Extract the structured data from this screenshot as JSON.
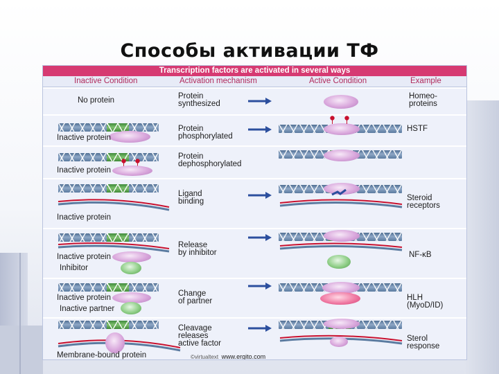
{
  "slide_title": "Способы активации ТФ",
  "figure": {
    "header": "Transcription factors are activated in several ways",
    "columns": {
      "inactive": "Inactive Condition",
      "mechanism": "Activation mechanism",
      "active": "Active Condition",
      "example": "Example"
    },
    "rows": [
      {
        "inactive": [
          "No protein"
        ],
        "mechanism": [
          "Protein",
          "synthesized"
        ],
        "example": [
          "Homeo-",
          "proteins"
        ]
      },
      {
        "inactive": [
          "Inactive protein"
        ],
        "mechanism": [
          "Protein",
          "phosphorylated"
        ],
        "example": [
          "HSTF"
        ]
      },
      {
        "inactive": [
          "Inactive protein"
        ],
        "mechanism": [
          "Protein",
          "dephosphorylated"
        ],
        "example": []
      },
      {
        "inactive": [
          "Inactive protein"
        ],
        "mechanism": [
          "Ligand",
          "binding"
        ],
        "example": [
          "Steroid",
          "receptors"
        ]
      },
      {
        "inactive": [
          "Inactive protein",
          "Inhibitor"
        ],
        "mechanism": [
          "Release",
          "by inhibitor"
        ],
        "example": [
          "NF-κB"
        ]
      },
      {
        "inactive": [
          "Inactive protein",
          "Inactive partner"
        ],
        "mechanism": [
          "Change",
          "of partner"
        ],
        "example": [
          "HLH",
          "(MyoD/ID)"
        ]
      },
      {
        "inactive": [
          "Membrane-bound protein"
        ],
        "mechanism": [
          "Cleavage",
          "releases",
          "active factor"
        ],
        "example": [
          "Sterol",
          "response"
        ]
      }
    ],
    "credit": "©virtualtext",
    "credit_site": "www.ergito.com"
  },
  "colors": {
    "header_bg": "#d63a72",
    "column_head_text": "#b02a5c",
    "arrow": "#2c4f9e",
    "row_bg": "#eef1fa",
    "phosphate": "#c8102e"
  }
}
